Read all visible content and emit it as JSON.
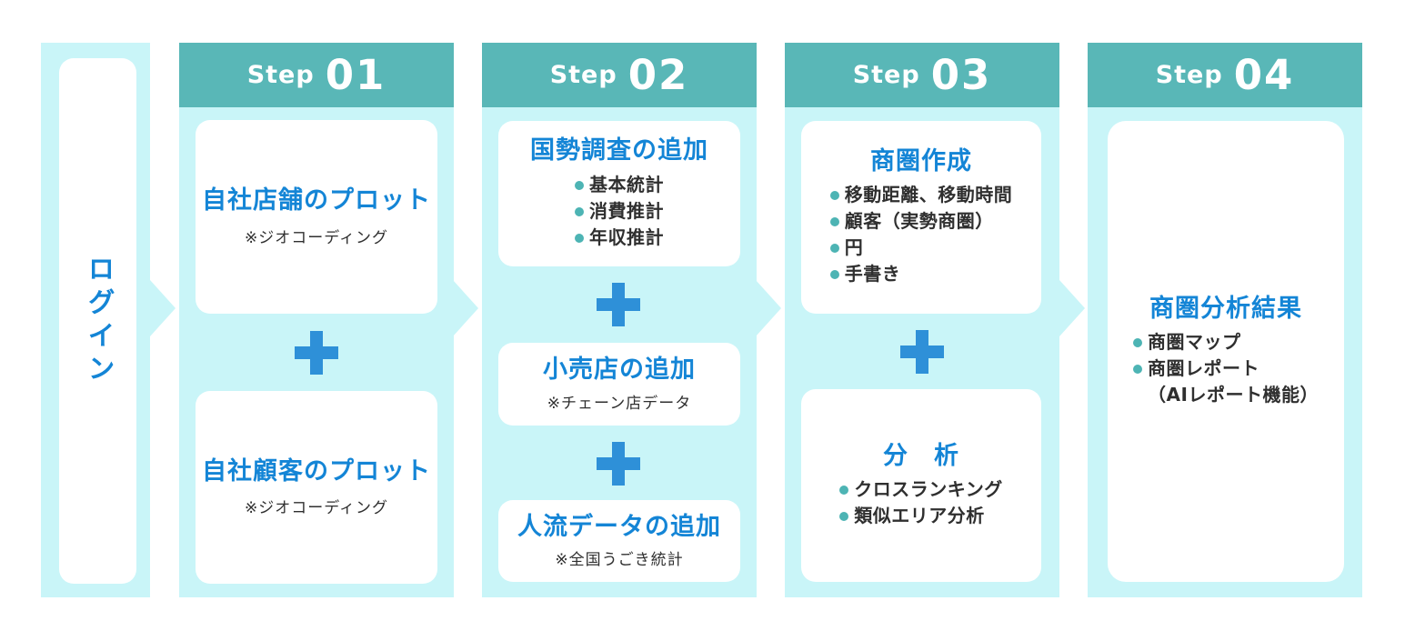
{
  "palette": {
    "header_teal": "#59b7b7",
    "column_cyan": "#c9f5f8",
    "title_blue": "#1485d6",
    "plus_blue": "#2e90d8",
    "bullet_teal": "#4db4b4",
    "body_text": "#2f2f2f"
  },
  "login": {
    "label": "ログイン"
  },
  "steps": [
    {
      "header": {
        "prefix": "Step",
        "number": "01"
      },
      "cards": [
        {
          "title": "自社店舗のプロット",
          "note": "※ジオコーディング"
        },
        {
          "title": "自社顧客のプロット",
          "note": "※ジオコーディング"
        }
      ]
    },
    {
      "header": {
        "prefix": "Step",
        "number": "02"
      },
      "cards": [
        {
          "title": "国勢調査の追加",
          "bullets": [
            "基本統計",
            "消費推計",
            "年収推計"
          ]
        },
        {
          "title": "小売店の追加",
          "note": "※チェーン店データ"
        },
        {
          "title": "人流データの追加",
          "note": "※全国うごき統計"
        }
      ]
    },
    {
      "header": {
        "prefix": "Step",
        "number": "03"
      },
      "cards": [
        {
          "title": "商圏作成",
          "bullets": [
            "移動距離、移動時間",
            "顧客（実勢商圏）",
            "円",
            "手書き"
          ]
        },
        {
          "title": "分　析",
          "bullets": [
            "クロスランキング",
            "類似エリア分析"
          ]
        }
      ]
    },
    {
      "header": {
        "prefix": "Step",
        "number": "04"
      },
      "cards": [
        {
          "title": "商圏分析結果",
          "bullets": [
            "商圏マップ",
            "商圏レポート"
          ],
          "bullet_continuation": "（AIレポート機能）"
        }
      ]
    }
  ]
}
